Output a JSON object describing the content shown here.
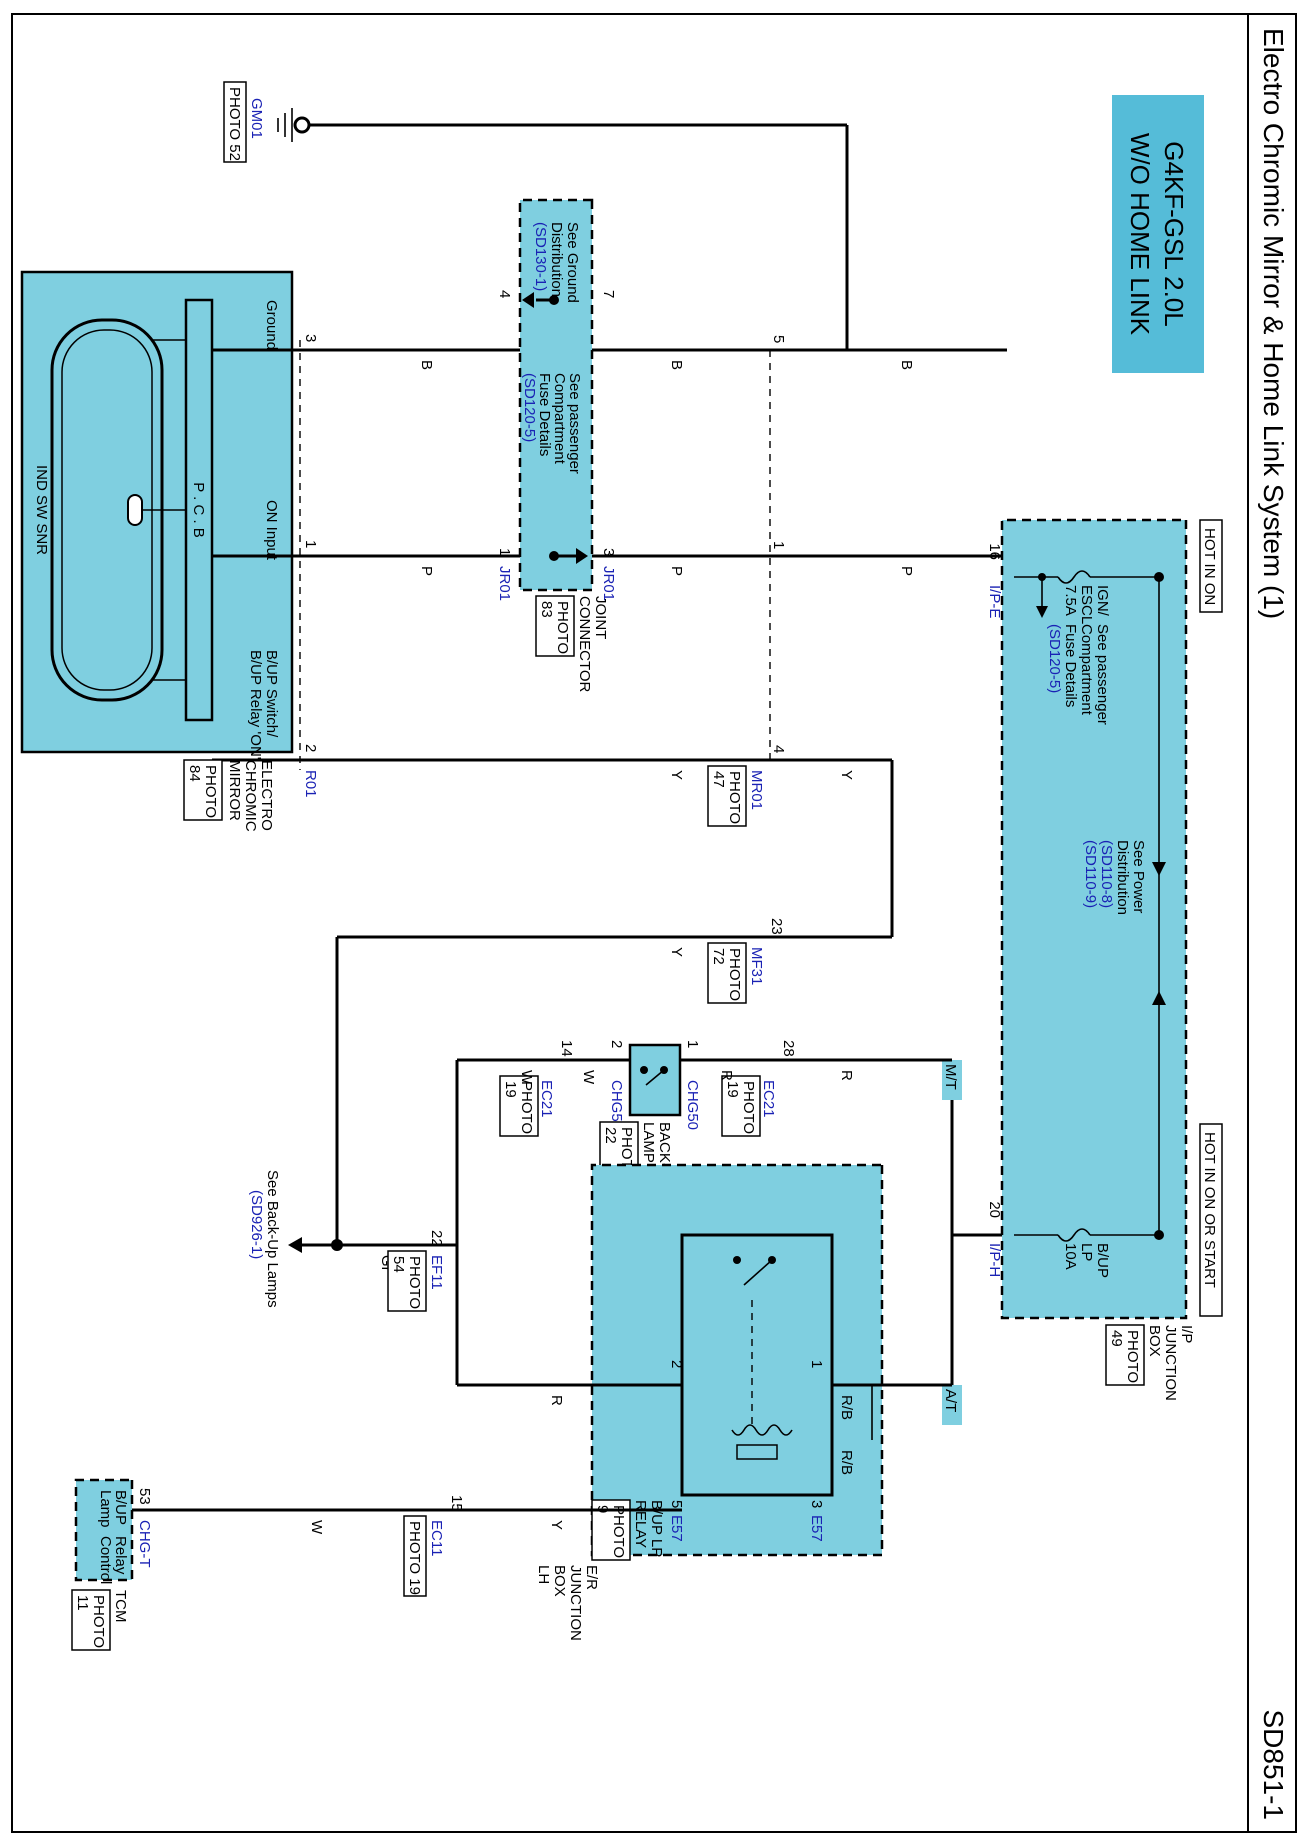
{
  "sheet": {
    "title": "Electro Chromic Mirror & Home Link System (1)",
    "page_id": "SD851-1",
    "variant_line1": "G4KF-GSL 2.0L",
    "variant_line2": "W/O HOME LINK",
    "hot_in_on": "HOT IN ON",
    "hot_in_on_or_start": "HOT IN ON OR START"
  },
  "ij_box": {
    "name": [
      "I/P",
      "JUNCTION",
      "BOX"
    ],
    "photo": [
      "PHOTO",
      "49"
    ],
    "fuse1": [
      "IGN/",
      "ESCL",
      "7.5A"
    ],
    "fuse1_ref": [
      "See passenger",
      "Compartment",
      "Fuse Details"
    ],
    "fuse1_ref_code": "(SD120-5)",
    "power_ref": [
      "See Power",
      "Distribution"
    ],
    "power_codes": [
      "(SD110-8)",
      "(SD110-9)"
    ],
    "fuse2": [
      "B/UP",
      "LP",
      "10A"
    ],
    "conn_e": "I/P-E",
    "conn_h": "I/P-H",
    "pin_e": "16",
    "pin_h": "20"
  },
  "ground": {
    "code": "GM01",
    "photo": "PHOTO 52"
  },
  "joint": {
    "ground_ref": [
      "See Ground",
      "Distribution"
    ],
    "ground_code": "(SD130-1)",
    "fuse_ref": [
      "See passenger",
      "Compartment",
      "Fuse Details"
    ],
    "fuse_code": "(SD120-5)",
    "name": [
      "JOINT",
      "CONNECTOR"
    ],
    "photo": [
      "PHOTO",
      "83"
    ],
    "conn": "JR01",
    "pins": [
      "7",
      "4",
      "3",
      "1"
    ]
  },
  "mirror": {
    "name": [
      "ELECTRO",
      "CHROMIC",
      "MIRROR"
    ],
    "photo": [
      "PHOTO",
      "84"
    ],
    "pcb": "P . C . B",
    "ind": "IND  SW  SNR",
    "terminals": [
      "Ground",
      "ON Input",
      "B/UP Switch/",
      "B/UP Relay 'ON'"
    ],
    "pins": [
      "3",
      "1",
      "2"
    ],
    "conn": "R01"
  },
  "connectors": {
    "mr01": {
      "code": "MR01",
      "photo": [
        "PHOTO",
        "47"
      ],
      "pins": [
        "5",
        "1",
        "4"
      ]
    },
    "mf31": {
      "code": "MF31",
      "photo": [
        "PHOTO",
        "72"
      ],
      "pin": "23"
    },
    "ec21": {
      "code": "EC21",
      "photo": [
        "PHOTO",
        "19"
      ],
      "pin_a": "28",
      "pin_b": "14"
    },
    "ef11": {
      "code": "EF11",
      "photo": [
        "PHOTO",
        "54"
      ],
      "pin": "22"
    },
    "ec11": {
      "code": "EC11",
      "photo": "PHOTO 19",
      "pin": "15"
    }
  },
  "switch": {
    "name": [
      "BACK-UP",
      "LAMP SWITCH"
    ],
    "photo": [
      "PHOTO",
      "22"
    ],
    "conn": "CHG50",
    "pins": [
      "1",
      "2"
    ]
  },
  "relay": {
    "name": [
      "B/UP LP",
      "RELAY"
    ],
    "photo": [
      "PHOTO",
      "9"
    ],
    "box": [
      "E/R",
      "JUNCTION",
      "BOX",
      "LH"
    ],
    "conn": "E57",
    "pins": [
      "1",
      "2",
      "3",
      "5"
    ]
  },
  "tcm": {
    "name": "TCM",
    "photo": [
      "PHOTO",
      "11"
    ],
    "conn": "CHG-T",
    "pin": "53",
    "label": [
      "B/UP",
      "Lamp",
      "Relay",
      "Control"
    ]
  },
  "backup_ref": {
    "text": "See Back-Up Lamps",
    "code": "(SD926-1)"
  },
  "wire_colors": {
    "b": "B",
    "p": "P",
    "y": "Y",
    "r": "R",
    "w": "W",
    "gr": "Gr",
    "rb": "R/B"
  },
  "tags": {
    "mt": "M/T",
    "at": "A/T"
  },
  "colors": {
    "component_fill": "#7fcfe0",
    "code_blue": "#1a22b4",
    "title_banner": "#55bcd8"
  }
}
